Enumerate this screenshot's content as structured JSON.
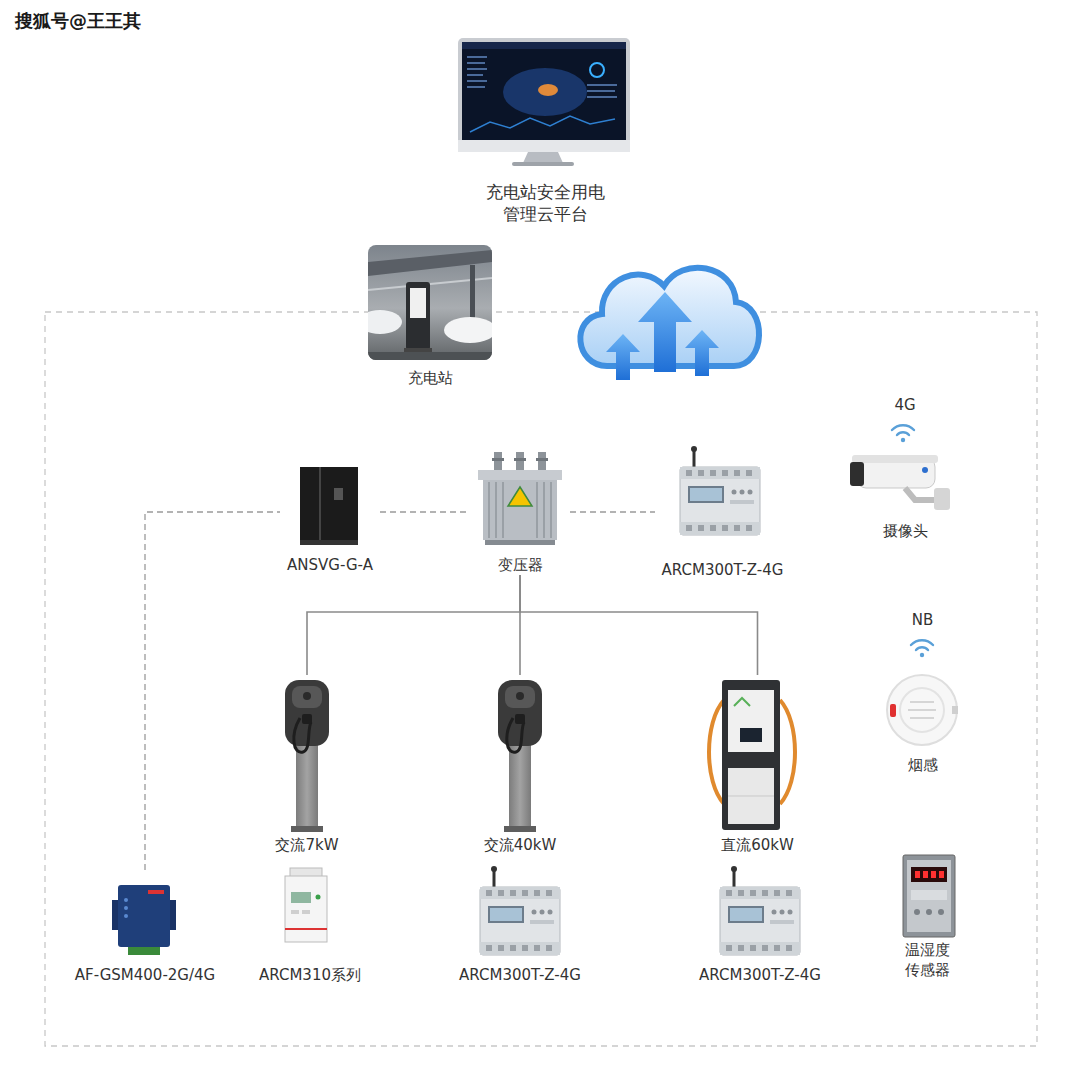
{
  "diagram": {
    "nodes": [
      {
        "text": [
          "充电站安全用电 管理云平台"
        ]
      },
      {
        "text": [
          "充电站"
        ]
      },
      {
        "text": [
          "4G",
          "摄像头"
        ]
      },
      {
        "text": [
          "ANSVG-G-A"
        ]
      },
      {
        "text": [
          "变压器"
        ]
      },
      {
        "text": [
          "ARCM300T-Z-4G"
        ]
      },
      {
        "text": [
          "NB",
          "烟感"
        ]
      },
      {
        "text": [
          "交流7kW"
        ]
      },
      {
        "text": [
          "交流40kW"
        ]
      },
      {
        "text": [
          "直流60kW"
        ]
      },
      {
        "text": [
          "AF-GSM400-2G/4G"
        ]
      },
      {
        "text": [
          "ARCM310系列"
        ]
      },
      {
        "text": [
          "ARCM300T-Z-4G"
        ]
      },
      {
        "text": [
          "ARCM300T-Z-4G"
        ]
      },
      {
        "text": [
          "温湿度 传感器"
        ]
      }
    ],
    "edges": [
      {
        "from": 3,
        "to": 4,
        "arrow": "none"
      },
      {
        "from": 4,
        "to": 5,
        "arrow": "none"
      },
      {
        "from": 4,
        "to": 7,
        "arrow": "none"
      },
      {
        "from": 4,
        "to": 8,
        "arrow": "none"
      },
      {
        "from": 4,
        "to": 9,
        "arrow": "none"
      },
      {
        "from": 10,
        "to": 3,
        "arrow": "none"
      }
    ],
    "labels": [
      "搜狐号@王王其"
    ]
  }
}
